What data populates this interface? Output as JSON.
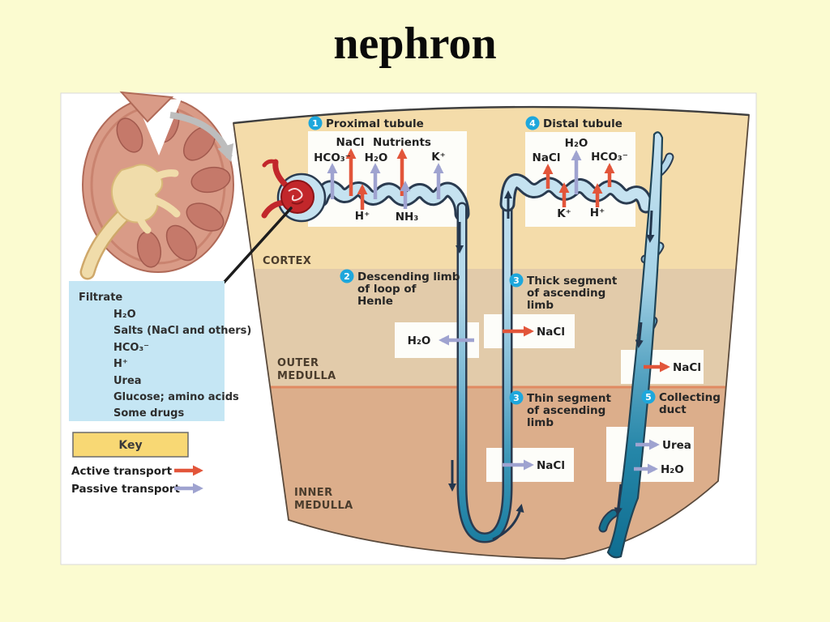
{
  "slide": {
    "title": "nephron"
  },
  "colors": {
    "slide_bg": "#fbfbd0",
    "active_transport": "#e2553a",
    "passive_transport": "#9fa3d0",
    "callout_circle": "#1ea7dc",
    "filtrate_box": "#c5e6f4",
    "key_box": "#f8d874",
    "cortex_band": "#f4dcaa",
    "outer_medulla_band": "#e2cbaa",
    "inner_medulla_band": "#dcae8b",
    "tubule_light": "#c5e2f0",
    "tubule_dark": "#1a7da0",
    "glomerulus": "#c2272b"
  },
  "regions": {
    "cortex": "CORTEX",
    "outer": [
      "OUTER",
      "MEDULLA"
    ],
    "inner": [
      "INNER",
      "MEDULLA"
    ]
  },
  "callouts": {
    "proximal": {
      "num": "1",
      "label": "Proximal tubule"
    },
    "descending": {
      "num": "2",
      "lines": [
        "Descending limb",
        "of loop of",
        "Henle"
      ]
    },
    "thick": {
      "num": "3",
      "lines": [
        "Thick segment",
        "of ascending",
        "limb"
      ]
    },
    "thin": {
      "num": "3",
      "lines": [
        "Thin segment",
        "of ascending",
        "limb"
      ]
    },
    "distal": {
      "num": "4",
      "label": "Distal tubule"
    },
    "collecting": {
      "num": "5",
      "lines": [
        "Collecting",
        "duct"
      ]
    }
  },
  "proximal": {
    "nacl": "NaCl",
    "nutrients": "Nutrients",
    "hco3": "HCO₃⁻",
    "h2o": "H₂O",
    "k": "K⁺",
    "h": "H⁺",
    "nh3": "NH₃"
  },
  "distal": {
    "h2o": "H₂O",
    "nacl": "NaCl",
    "hco3": "HCO₃⁻",
    "k": "K⁺",
    "h": "H⁺"
  },
  "side": {
    "descending_h2o": "H₂O",
    "thick_nacl": "NaCl",
    "duct_nacl": "NaCl",
    "thin_nacl": "NaCl",
    "duct_urea": "Urea",
    "duct_h2o": "H₂O"
  },
  "filtrate": {
    "title": "Filtrate",
    "items": [
      "H₂O",
      "Salts (NaCl and others)",
      "HCO₃⁻",
      "H⁺",
      "Urea",
      "Glucose; amino acids",
      "Some drugs"
    ]
  },
  "key": {
    "title": "Key",
    "active": "Active transport",
    "passive": "Passive transport"
  }
}
